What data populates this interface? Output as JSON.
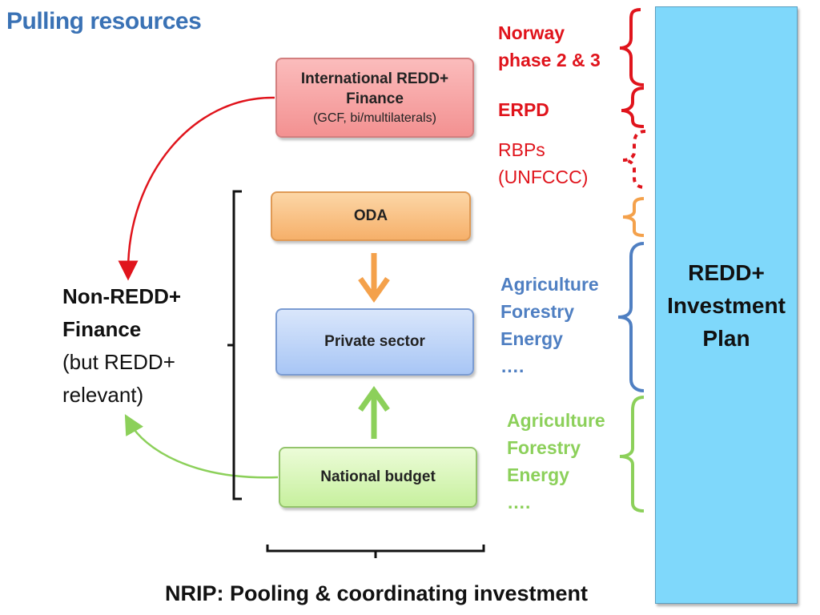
{
  "title": "Pulling resources",
  "boxes": {
    "international": {
      "line1": "International REDD+",
      "line2": "Finance",
      "sub": "(GCF, bi/multilaterals)"
    },
    "oda": "ODA",
    "private": "Private sector",
    "national": "National budget"
  },
  "non_redd": {
    "line1": "Non-REDD+",
    "line2": "Finance",
    "line3": "(but REDD+",
    "line4": "relevant)"
  },
  "right_labels": {
    "norway": {
      "line1": "Norway",
      "line2": "phase 2 & 3"
    },
    "erpd": "ERPD",
    "rbps": {
      "line1": "RBPs",
      "line2": "(UNFCCC)"
    },
    "sectors_blue": [
      "Agriculture",
      "Forestry",
      "Energy",
      "…."
    ],
    "sectors_green": [
      "Agriculture",
      "Forestry",
      "Energy",
      "…."
    ]
  },
  "plan": {
    "line1": "REDD+",
    "line2": "Investment",
    "line3": "Plan"
  },
  "footer": "NRIP: Pooling & coordinating investment",
  "colors": {
    "title": "#3a72b5",
    "red": "#e0141c",
    "orange": "#f4a14b",
    "blue": "#4f7fc2",
    "green": "#8cd05a",
    "plan": "#7fd8fb"
  }
}
